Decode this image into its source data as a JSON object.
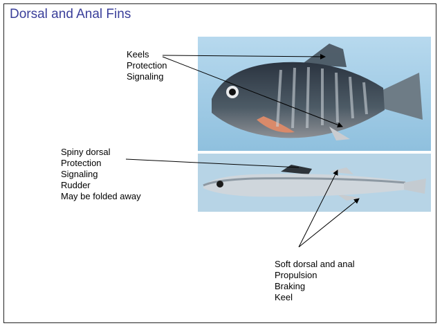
{
  "slide": {
    "title": "Dorsal and Anal Fins",
    "labels": {
      "top": [
        "Keels",
        "Protection",
        "Signaling"
      ],
      "left": [
        "Spiny dorsal",
        "Protection",
        "Signaling",
        "Rudder",
        "May be folded away"
      ],
      "bottom": [
        "Soft dorsal and anal",
        "Propulsion",
        "Braking",
        "Keel"
      ]
    },
    "colors": {
      "title": "#3a3f9a",
      "photo1_background": "#a9cfe6",
      "photo2_background": "#b8d6e8"
    }
  }
}
